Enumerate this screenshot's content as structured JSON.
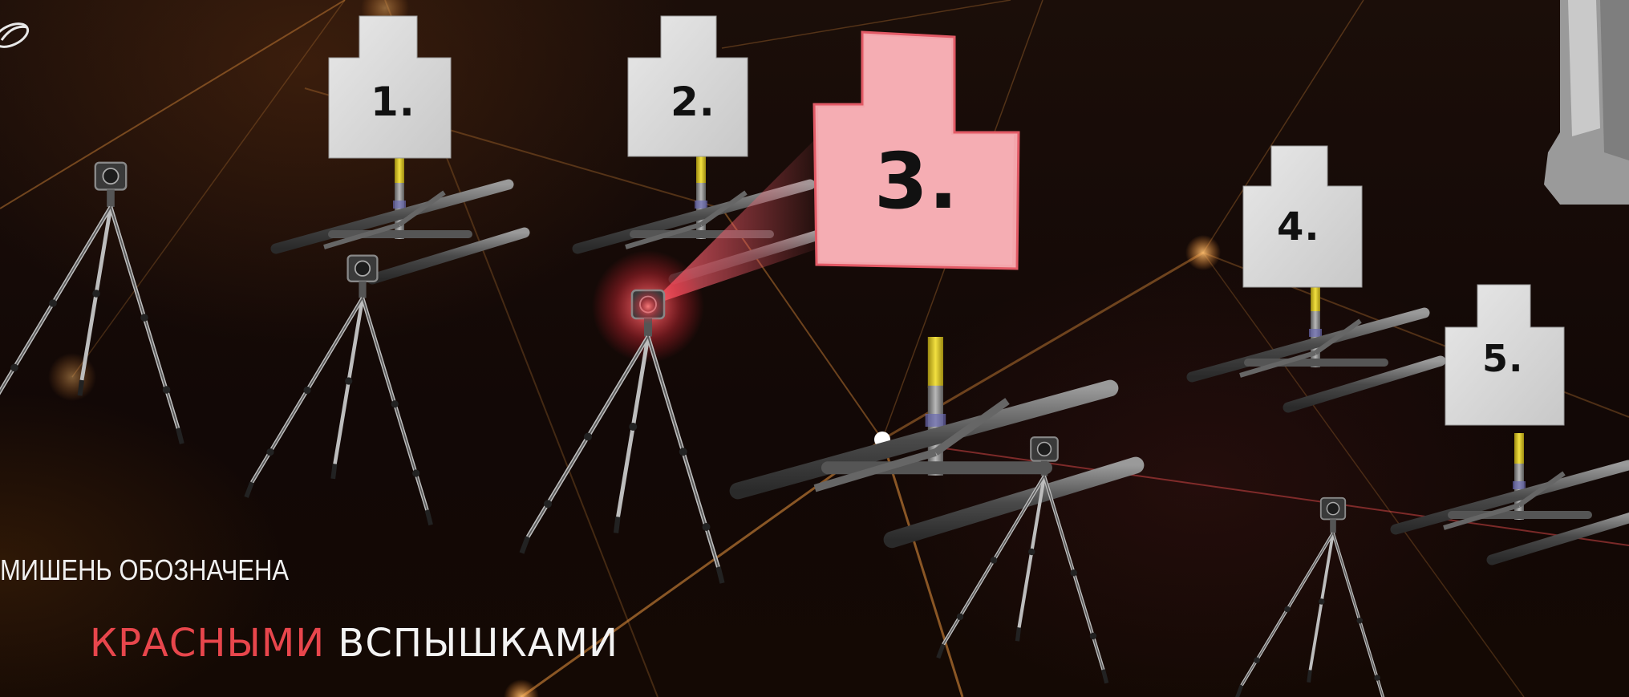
{
  "targets": [
    {
      "label": "1."
    },
    {
      "label": "2."
    },
    {
      "label": "3.",
      "highlighted": true
    },
    {
      "label": "4."
    },
    {
      "label": "5."
    }
  ],
  "caption": {
    "line1": "МИШЕНЬ ОБОЗНАЧЕНА",
    "highlight": "КРАСНЫМИ",
    "rest": "ВСПЫШКАМИ"
  },
  "colors": {
    "background": "#140a06",
    "highlight_red": "#e8464c",
    "target_panel": "#dcdcdc",
    "target_highlight": "#f2a3a8",
    "network_glow": "#f0a050"
  },
  "icons": [
    "logo-icon",
    "tripod-camera-icon",
    "target-stand-icon",
    "red-flash-beam"
  ]
}
